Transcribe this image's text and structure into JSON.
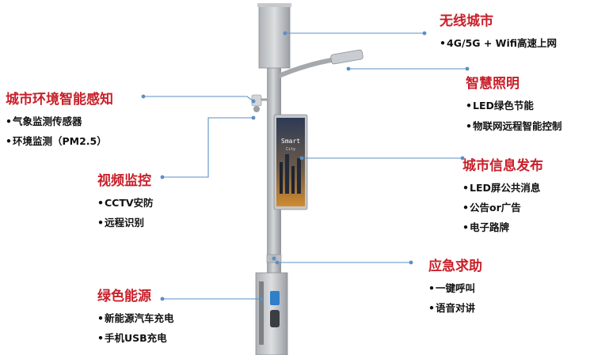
{
  "pole": {
    "screen_title": "Smart",
    "screen_subtitle": "City"
  },
  "features": [
    {
      "title": "无线城市",
      "items": [
        "4G/5G + Wifi高速上网"
      ]
    },
    {
      "title": "智慧照明",
      "items": [
        "LED绿色节能",
        "物联网远程智能控制"
      ]
    },
    {
      "title": "城市信息发布",
      "items": [
        "LED屏公共消息",
        "公告or广告",
        "电子路牌"
      ]
    },
    {
      "title": "应急求助",
      "items": [
        "一键呼叫",
        "语音对讲"
      ]
    },
    {
      "title": "城市环境智能感知",
      "items": [
        "气象监测传感器",
        "环境监测（PM2.5）"
      ]
    },
    {
      "title": "视频监控",
      "items": [
        "CCTV安防",
        "远程识别"
      ]
    },
    {
      "title": "绿色能源",
      "items": [
        "新能源汽车充电",
        "手机USB充电"
      ]
    }
  ],
  "colors": {
    "title": "#c8202a",
    "leader_line": "#5b8fc4",
    "pole": "#b8bbbf",
    "text": "#111111"
  }
}
